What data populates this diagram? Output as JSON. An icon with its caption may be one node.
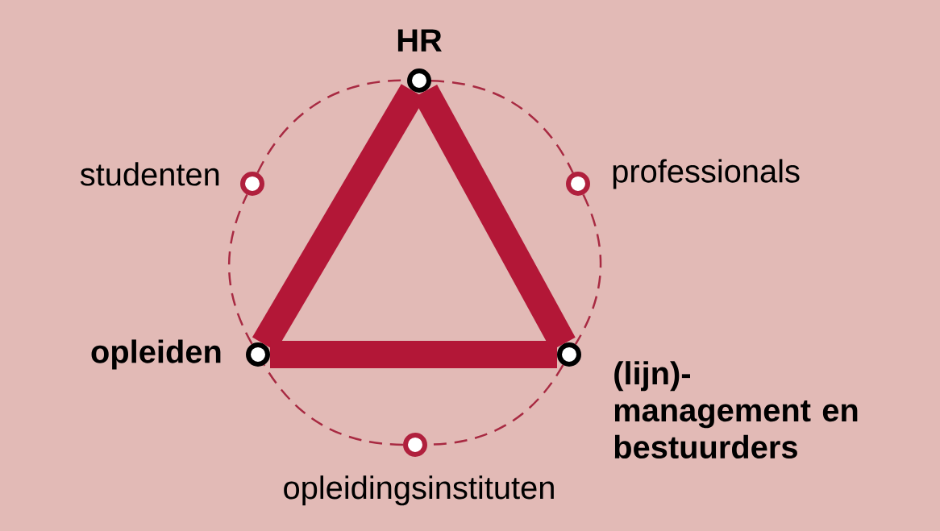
{
  "diagram": {
    "nodes": [
      {
        "text": [],
        "shape": "circle",
        "beside": [
          "HR"
        ]
      },
      {
        "text": [],
        "shape": "circle",
        "beside": [
          "professionals"
        ]
      },
      {
        "text": [],
        "shape": "circle",
        "beside": [
          "(lijn)-management en bestuurders"
        ]
      },
      {
        "text": [],
        "shape": "circle",
        "beside": [
          "opleidingsinstituten"
        ]
      },
      {
        "text": [],
        "shape": "circle",
        "beside": [
          "opleiden"
        ]
      },
      {
        "text": [],
        "shape": "circle",
        "beside": [
          "studenten"
        ]
      }
    ],
    "edges": [
      {
        "from": 0,
        "to": 1,
        "arrow": "none",
        "style": "dashed"
      },
      {
        "from": 1,
        "to": 2,
        "arrow": "none",
        "style": "dashed"
      },
      {
        "from": 2,
        "to": 3,
        "arrow": "none",
        "style": "dashed"
      },
      {
        "from": 3,
        "to": 4,
        "arrow": "none",
        "style": "dashed"
      },
      {
        "from": 4,
        "to": 5,
        "arrow": "none",
        "style": "dashed"
      },
      {
        "from": 5,
        "to": 0,
        "arrow": "none",
        "style": "dashed"
      },
      {
        "from": 0,
        "to": 4,
        "arrow": "none",
        "style": "thick",
        "color": "#b31737"
      },
      {
        "from": 4,
        "to": 2,
        "arrow": "none",
        "style": "thick",
        "color": "#b31737"
      },
      {
        "from": 2,
        "to": 0,
        "arrow": "none",
        "style": "thick",
        "color": "#b31737"
      }
    ]
  }
}
